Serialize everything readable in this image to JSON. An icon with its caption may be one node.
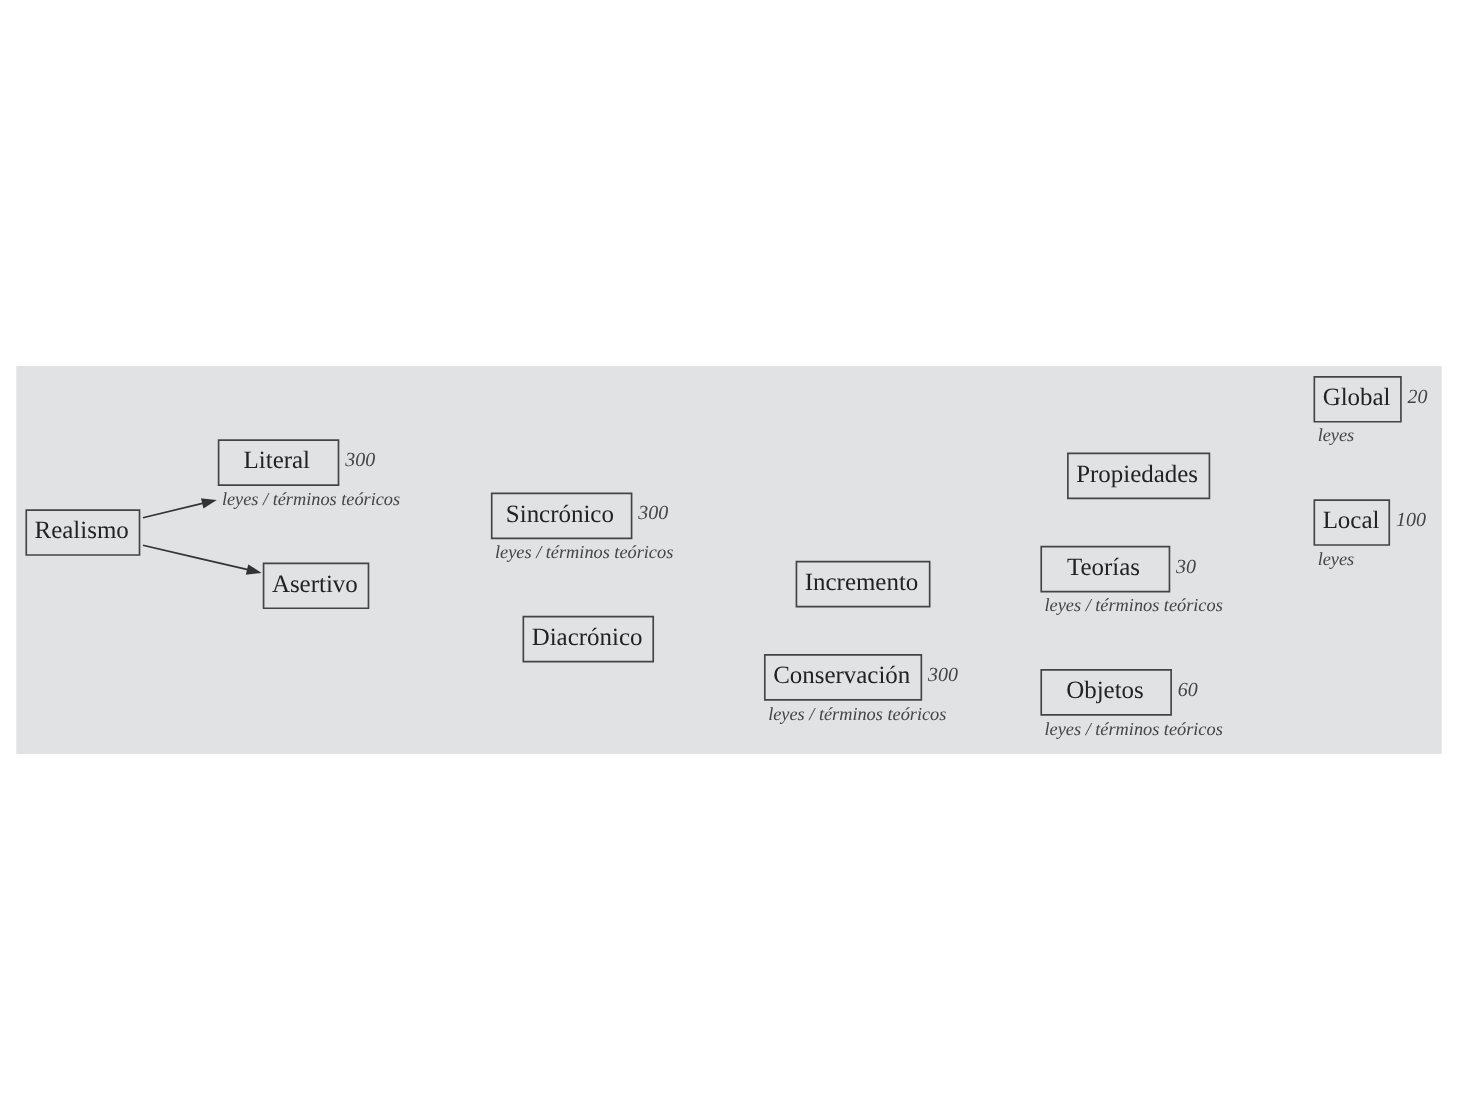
{
  "diagram": {
    "nodes": [
      {
        "text": [
          "Realismo"
        ]
      },
      {
        "text": [
          "Literal"
        ],
        "beside": [
          "300",
          "leyes / términos teóricos"
        ]
      },
      {
        "text": [
          "Asertivo"
        ]
      },
      {
        "text": [
          "Sincrónico"
        ],
        "beside": [
          "300",
          "leyes / términos teóricos"
        ]
      },
      {
        "text": [
          "Diacrónico"
        ]
      },
      {
        "text": [
          "Incremento"
        ]
      },
      {
        "text": [
          "Conservación"
        ],
        "beside": [
          "300",
          "leyes / términos teóricos"
        ]
      },
      {
        "text": [
          "Propiedades"
        ]
      },
      {
        "text": [
          "Teorías"
        ],
        "beside": [
          "30",
          "leyes / términos teóricos"
        ]
      },
      {
        "text": [
          "Objetos"
        ],
        "beside": [
          "60",
          "leyes / términos teóricos"
        ]
      },
      {
        "text": [
          "Global"
        ],
        "beside": [
          "20",
          "leyes"
        ]
      },
      {
        "text": [
          "Local"
        ],
        "beside": [
          "100",
          "leyes"
        ]
      }
    ],
    "edges": [
      {
        "from": 0,
        "to": 1,
        "arrow": "to"
      },
      {
        "from": 0,
        "to": 2,
        "arrow": "to"
      }
    ]
  }
}
